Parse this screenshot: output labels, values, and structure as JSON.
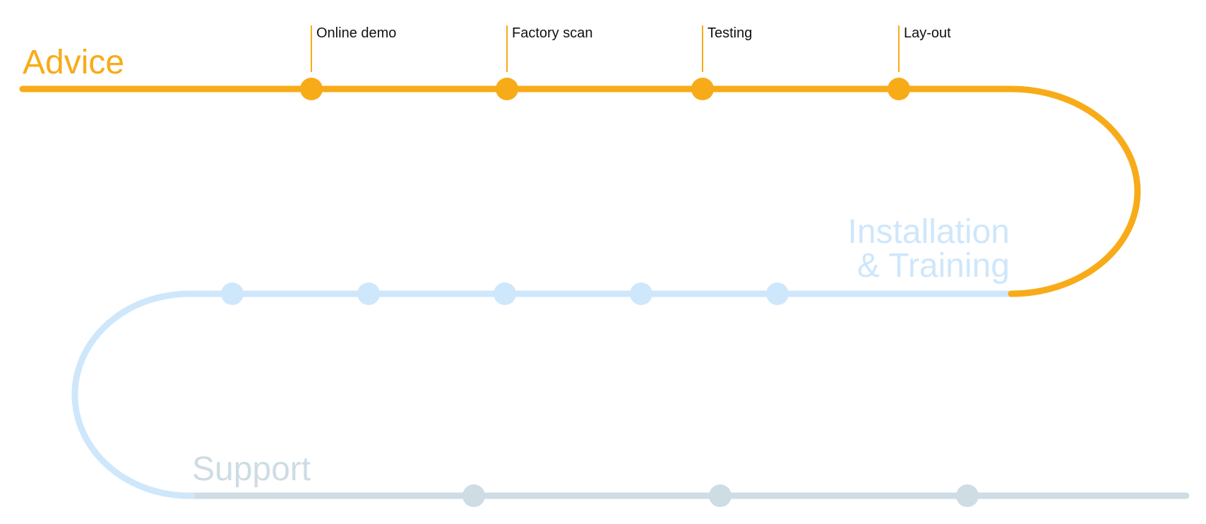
{
  "colors": {
    "advice": "#F8AB18",
    "installation": "#CFE7FB",
    "support": "#CEDCE4",
    "label_text": "#111111",
    "background": "#FFFFFF"
  },
  "stages": {
    "advice": {
      "title": "Advice",
      "steps": [
        "Online demo",
        "Factory scan",
        "Testing",
        "Lay-out"
      ]
    },
    "installation": {
      "title_line1": "Installation",
      "title_line2": "& Training",
      "milestone_count": 5
    },
    "support": {
      "title": "Support",
      "milestone_count": 3
    }
  }
}
